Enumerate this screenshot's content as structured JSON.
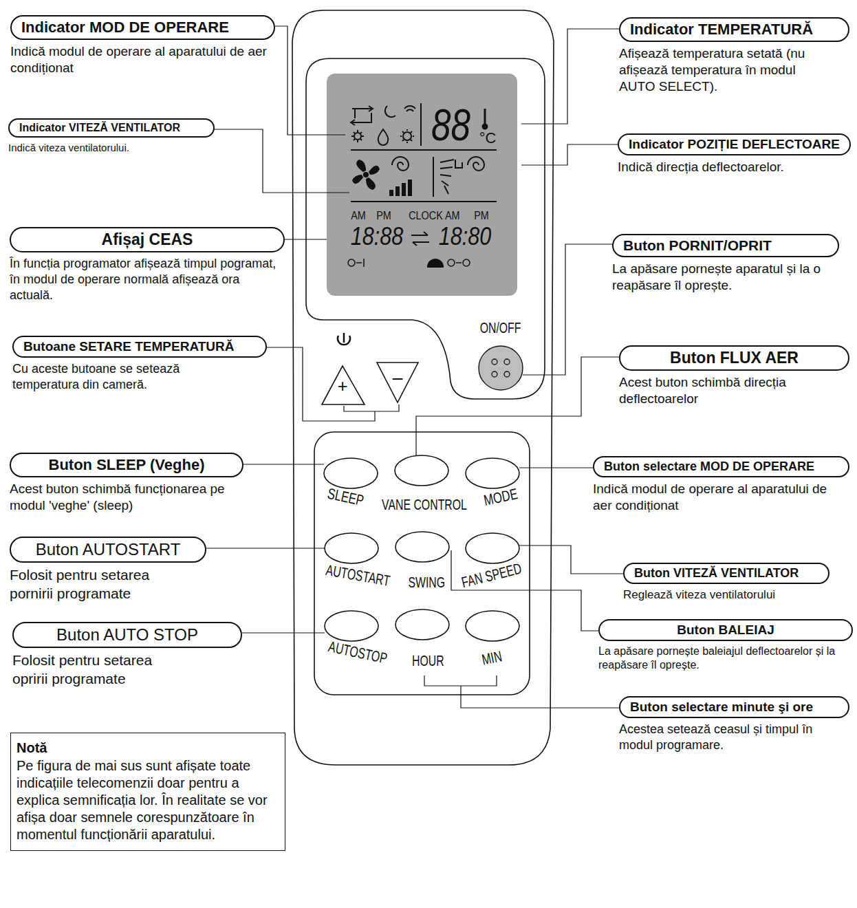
{
  "diagram": {
    "nodes": [
      {
        "text": [
          "Indicator MOD DE OPERARE",
          "Indică modul de operare al aparatului de aer condiționat"
        ]
      },
      {
        "text": [
          "Indicator TEMPERATURĂ",
          "Afișează temperatura setată (nu afișează temperatura în modul AUTO SELECT)."
        ]
      },
      {
        "text": [
          "Indicator VITEZĂ VENTILATOR",
          "Indică viteza ventilatorului."
        ]
      },
      {
        "text": [
          "Indicator POZIȚIE DEFLECTOARE",
          "Indică direcția deflectoarelor."
        ]
      },
      {
        "text": [
          "Afișaj CEAS",
          "În funcția programator afișează timpul pogramat, în modul de operare normală afișează ora actuală."
        ]
      },
      {
        "text": [
          "Buton PORNIT/OPRIT",
          "La apăsare pornește aparatul și la o reapăsare îl oprește."
        ]
      },
      {
        "text": [
          "Butoane SETARE TEMPERATURĂ",
          "Cu aceste butoane se setează temperatura din cameră."
        ]
      },
      {
        "text": [
          "Buton FLUX AER",
          "Acest buton schimbă direcția deflectoarelor"
        ]
      },
      {
        "text": [
          "Buton SLEEP (Veghe)",
          "Acest buton schimbă funcționarea pe modul 'veghe' (sleep)"
        ]
      },
      {
        "text": [
          "Buton selectare MOD DE OPERARE",
          "Indică modul de operare al aparatului de aer condiționat"
        ]
      },
      {
        "text": [
          "Buton AUTOSTART",
          "Folosit pentru setarea pornirii programate"
        ]
      },
      {
        "text": [
          "Buton VITEZĂ VENTILATOR",
          "Reglează viteza ventilatorului"
        ]
      },
      {
        "text": [
          "Buton AUTO STOP",
          "Folosit pentru setarea opririi programate"
        ]
      },
      {
        "text": [
          "Buton BALEIAJ",
          "La apăsare pornește baleiajul deflectoarelor și la reapăsare îl oprește."
        ]
      },
      {
        "text": [
          "Buton selectare minute şi ore",
          "Acestea setează ceasul și timpul în modul programare."
        ]
      },
      {
        "text": [
          "Notă",
          "Pe figura de mai sus sunt afișate toate indicațiile telecomenzii doar pentru a explica semnificația lor. În realitate se vor afișa doar semnele corespunzătoare în momentul funcționării aparatului."
        ]
      }
    ],
    "labels": [
      "88",
      "°C",
      "AM",
      "PM",
      "CLOCK AM",
      "PM",
      "18:88",
      "18:80",
      "ON/OFF",
      "+",
      "−",
      "SLEEP",
      "VANE CONTROL",
      "MODE",
      "AUTOSTART",
      "SWING",
      "FAN SPEED",
      "AUTOSTOP",
      "HOUR",
      "MIN"
    ]
  }
}
